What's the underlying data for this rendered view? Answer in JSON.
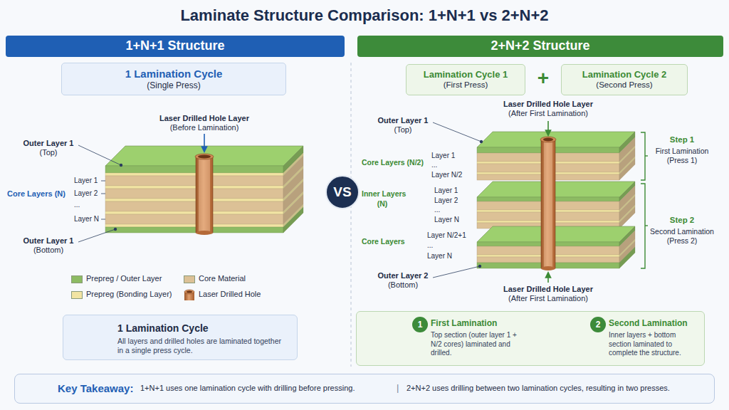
{
  "diagram": {
    "title": "Laminate Structure Comparison: 1+N+1 vs 2+N+2",
    "nodes": [
      {
        "text": [
          "1+N+1 Structure"
        ]
      },
      {
        "text": [
          "1 Lamination Cycle",
          "(Single Press)"
        ]
      },
      {
        "text": [
          "2+N+2 Structure"
        ]
      },
      {
        "text": [
          "Lamination Cycle 1",
          "(First Press)"
        ]
      },
      {
        "text": [
          "Lamination Cycle 2",
          "(Second Press)"
        ]
      },
      {
        "text": [
          "VS"
        ]
      },
      {
        "text": [
          "1 Lamination Cycle",
          "All layers and drilled holes are laminated together in a single press cycle."
        ]
      },
      {
        "text": [
          "First Lamination",
          "Top section (outer layer 1 + N/2 cores) laminated and drilled.",
          "Second Lamination",
          "Inner layers + bottom section laminated to complete the structure."
        ]
      },
      {
        "text": [
          "1"
        ],
        "in": 7
      },
      {
        "text": [
          "2"
        ],
        "in": 7
      },
      {
        "text": [
          "Key Takeaway:",
          "1+N+1 uses one lamination cycle with drilling before pressing.",
          "|",
          "2+N+2 uses drilling between two lamination cycles, resulting in two presses."
        ]
      }
    ],
    "labels": [
      "+",
      "Laser Drilled Hole Layer",
      "(Before Lamination)",
      "Outer Layer 1",
      "(Top)",
      "Core Layers (N)",
      "Layer 1",
      "Layer 2",
      "...",
      "Layer N",
      "Outer Layer 1",
      "(Bottom)",
      "Laser Drilled Hole Layer",
      "(After First Lamination)",
      "Outer Layer 1",
      "(Top)",
      "Core Layers (N/2)",
      "Layer 1",
      "...",
      "Layer N/2",
      "Step 1",
      "First Lamination",
      "(Press 1)",
      "Inner Layers",
      "(N)",
      "Layer 1",
      "Layer 2",
      "...",
      "Layer N",
      "Core Layers",
      "Layer N/2+1",
      "...",
      "Layer N",
      "Step 2",
      "Second Lamination",
      "(Press 2)",
      "Outer Layer 2",
      "(Bottom)",
      "Laser Drilled Hole Layer",
      "(After First Lamination)"
    ],
    "legend": [
      {
        "text": "Prepreg / Outer Layer",
        "color": "#8dbb63"
      },
      {
        "text": "Core Material",
        "color": "#dcc196"
      },
      {
        "text": "Prepreg (Bonding Layer)",
        "color": "#f2e4a3"
      },
      {
        "text": "Laser Drilled Hole"
      }
    ]
  }
}
